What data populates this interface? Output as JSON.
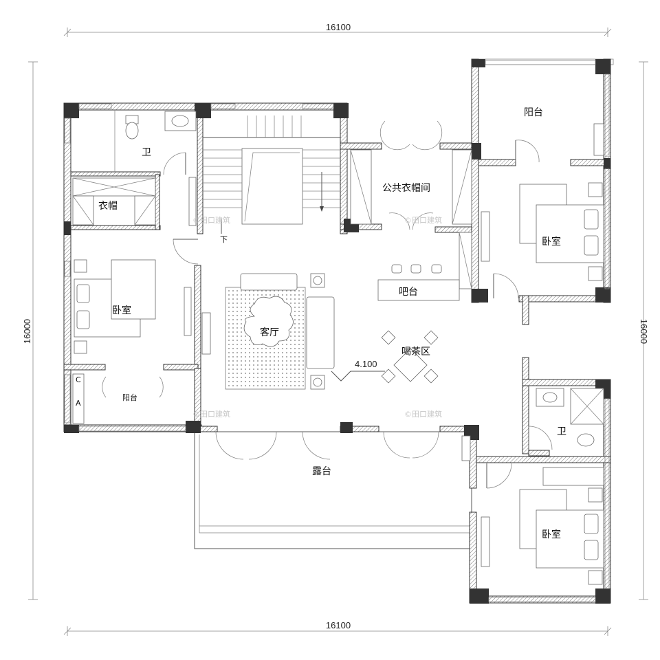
{
  "dimensions": {
    "top": "16100",
    "bottom": "16100",
    "left": "16000",
    "right": "16000"
  },
  "rooms": {
    "bath_nw": "卫",
    "wardrobe": "衣帽",
    "bedroom_w": "卧室",
    "balcony_w": "阳台",
    "living": "客厅",
    "public_wardrobe": "公共衣帽间",
    "bar": "吧台",
    "tea_area": "喝茶区",
    "balcony_ne": "阳台",
    "bedroom_ne": "卧室",
    "bath_se": "卫",
    "bedroom_se": "卧室",
    "terrace": "露台"
  },
  "stair_label": "下",
  "elevation": "4.100",
  "watermark": "©田口建筑",
  "cabinet_marks": [
    "C",
    "A"
  ]
}
